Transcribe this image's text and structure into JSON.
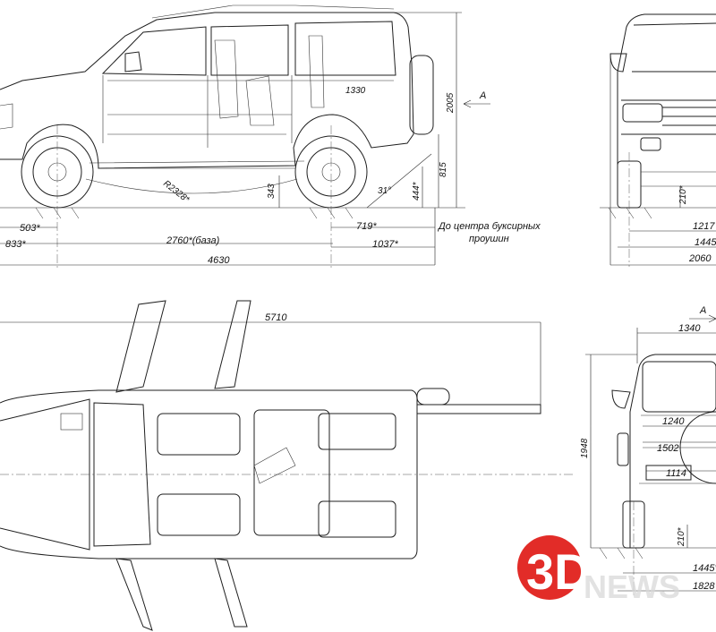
{
  "side_view": {
    "dimensions": {
      "total_height": "2005",
      "front_overhang": "833*",
      "wheelbase": "2760*(база)",
      "rear_overhang": "1037*",
      "total_length": "4630",
      "front_wheel_offset": "503*",
      "rear_wheel_offset": "719*",
      "clearance_front": "343",
      "clearance_rear": "444*",
      "hitch_height": "815",
      "ramp_radius": "R2328*",
      "departure_angle": "31°",
      "interior_length": "1330"
    },
    "note_line1": "До центра буксирных",
    "note_line2": "проушин",
    "arrow_label": "А"
  },
  "front_view": {
    "dimensions": {
      "track": "1217",
      "width_tires": "1445",
      "width_mirrors": "2060",
      "clearance": "210*"
    }
  },
  "top_view": {
    "dimensions": {
      "doors_open_length": "5710"
    }
  },
  "rear_view": {
    "arrow_label": "А",
    "dimensions": {
      "top_width": "1340",
      "height": "1948",
      "door_width": "1240",
      "inner_width": "1502",
      "lower_width": "1114",
      "clearance": "210*",
      "track": "1445*",
      "overall": "1828"
    }
  },
  "watermark": {
    "digits": "3D",
    "text": "NEWS"
  }
}
